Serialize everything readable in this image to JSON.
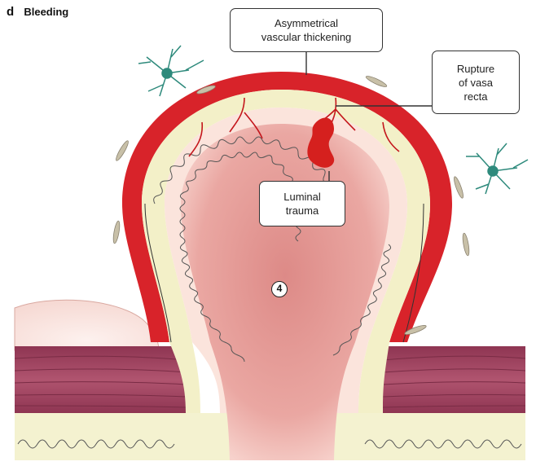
{
  "panel": {
    "letter": "d",
    "title": "Bleeding"
  },
  "labels": {
    "thickening": [
      "Asymmetrical",
      "vascular thickening"
    ],
    "rupture": [
      "Rupture",
      "of vasa",
      "recta"
    ],
    "trauma": [
      "Luminal",
      "trauma"
    ]
  },
  "marker": "4",
  "colors": {
    "artery": "#d8232a",
    "lumen": "#e79a96",
    "mucosa": "#fbe4dc",
    "submucosa": "#f3f0c8",
    "muscle": "#8e3552",
    "neuron": "#2e8a7c",
    "blood": "#d5201e",
    "outline": "#333333"
  }
}
